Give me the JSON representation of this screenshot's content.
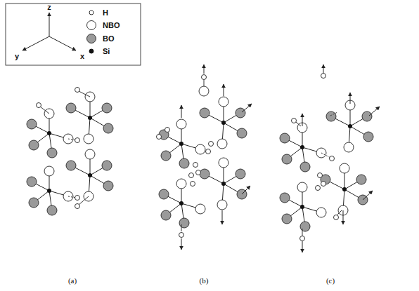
{
  "diagram": {
    "labels": [
      "z",
      "y",
      "x",
      "(a)",
      "(b)",
      "(c)"
    ],
    "legend": [
      {
        "text": "H"
      },
      {
        "text": "NBO"
      },
      {
        "text": "BO"
      },
      {
        "text": "Si"
      }
    ]
  }
}
